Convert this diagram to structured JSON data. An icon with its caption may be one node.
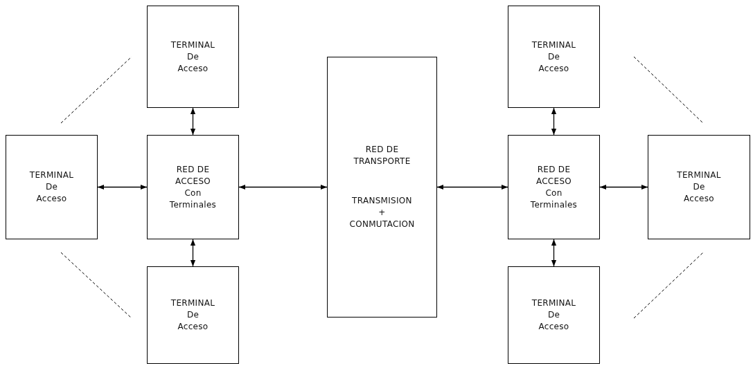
{
  "diagram": {
    "nodes": [
      {
        "text": [
          "TERMINAL De Acceso"
        ]
      },
      {
        "text": [
          "TERMINAL De Acceso"
        ]
      },
      {
        "text": [
          "RED DE TRANSPORTE",
          "TRANSMISION + CONMUTACION"
        ]
      },
      {
        "text": [
          "TERMINAL De Acceso"
        ]
      },
      {
        "text": [
          "RED DE ACCESO Con Terminales"
        ]
      },
      {
        "text": [
          "RED DE ACCESO Con Terminales"
        ]
      },
      {
        "text": [
          "TERMINAL De Acceso"
        ]
      },
      {
        "text": [
          "TERMINAL De Acceso"
        ]
      },
      {
        "text": [
          "TERMINAL De Acceso"
        ]
      }
    ],
    "edges": [
      {
        "from": 0,
        "to": 4,
        "arrow": "both"
      },
      {
        "from": 3,
        "to": 4,
        "arrow": "both"
      },
      {
        "from": 4,
        "to": 2,
        "arrow": "both"
      },
      {
        "from": 4,
        "to": 7,
        "arrow": "both"
      },
      {
        "from": 2,
        "to": 5,
        "arrow": "both"
      },
      {
        "from": 1,
        "to": 5,
        "arrow": "both"
      },
      {
        "from": 5,
        "to": 6,
        "arrow": "both"
      },
      {
        "from": 5,
        "to": 8,
        "arrow": "both"
      }
    ]
  }
}
